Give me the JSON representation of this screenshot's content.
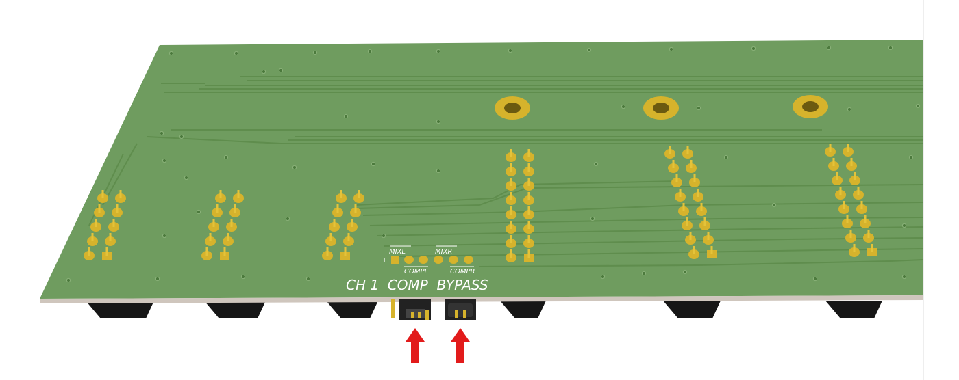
{
  "labels": {
    "silkscreen_main": "CH 1  COMP  BYPASS",
    "mix_l": "MIXL",
    "mix_r": "MIXR",
    "comp_l": "COMPL",
    "comp_r": "COMPR",
    "pin_l": "L"
  },
  "colors": {
    "pcb": "#6f9c5f",
    "pcb_edge": "#c8beb5",
    "pad": "#d6b32c",
    "trace": "#5c8a4a",
    "silkscreen": "#ffffff",
    "arrow": "#e21b1b",
    "header": "#1e1e1e"
  },
  "counts": {
    "mounting_holes": 3,
    "jumper_headers": 2,
    "arrows": 2
  }
}
